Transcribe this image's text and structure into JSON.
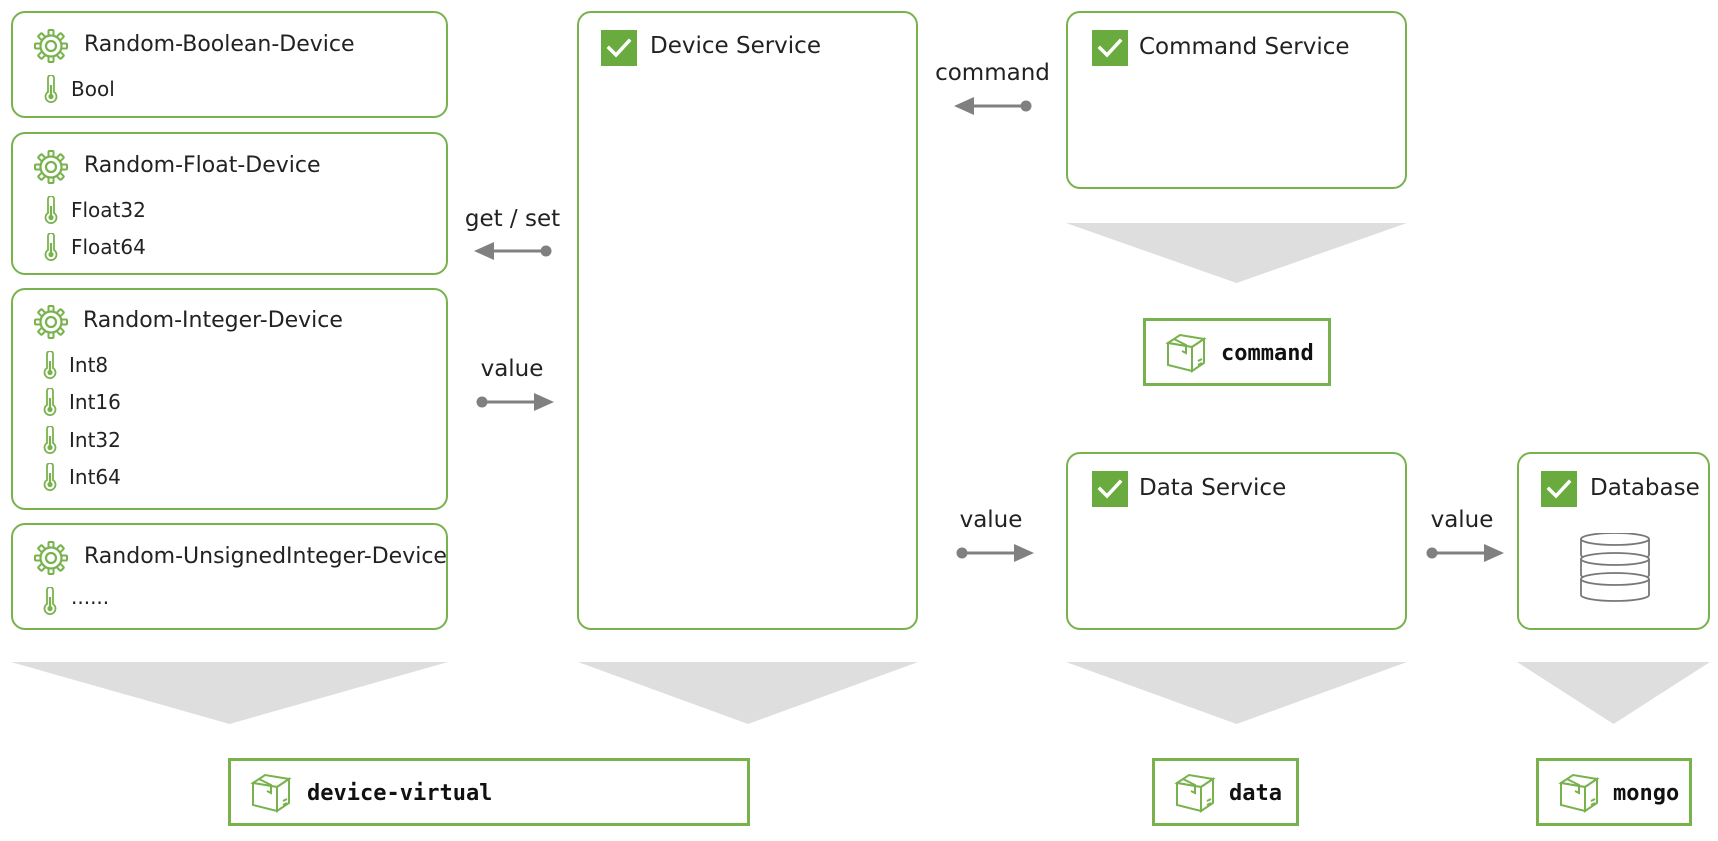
{
  "devices": [
    {
      "name": "Random-Boolean-Device",
      "resources": [
        "Bool"
      ]
    },
    {
      "name": "Random-Float-Device",
      "resources": [
        "Float32",
        "Float64"
      ]
    },
    {
      "name": "Random-Integer-Device",
      "resources": [
        "Int8",
        "Int16",
        "Int32",
        "Int64"
      ]
    },
    {
      "name": "Random-UnsignedInteger-Device",
      "resources": [
        "......"
      ]
    }
  ],
  "services": {
    "device": "Device Service",
    "command": "Command Service",
    "data": "Data Service",
    "database": "Database"
  },
  "edges": {
    "get_set": "get / set",
    "device_value": "value",
    "command": "command",
    "data_value": "value",
    "db_value": "value"
  },
  "packages": {
    "device_virtual": "device-virtual",
    "command": "command",
    "data": "data",
    "mongo": "mongo"
  },
  "icons": {
    "device": "gear-icon",
    "resource": "thermometer-icon",
    "service": "checkbox-checked-icon",
    "package": "package-box-icon",
    "database": "database-icon"
  },
  "colors": {
    "accent": "#78b24c",
    "check_fill": "#6aab3f",
    "arrow": "#808080",
    "funnel": "#dedede"
  }
}
